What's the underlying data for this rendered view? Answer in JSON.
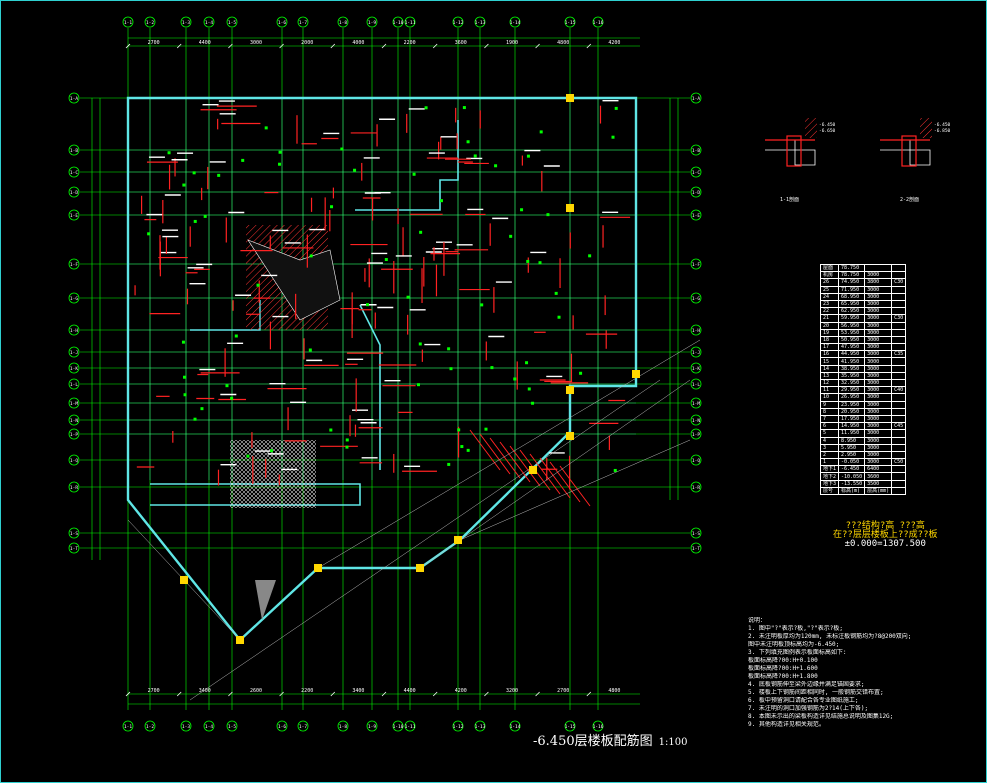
{
  "drawing": {
    "title": "-6.450层楼板配筋图",
    "scale": "1:100",
    "top_axes": [
      "1-1",
      "1-2",
      "1-3",
      "1-4",
      "1-5",
      "1-6",
      "1-7",
      "1-8",
      "1-9",
      "1-10",
      "1-11",
      "1-12",
      "1-13",
      "1-14",
      "1-15",
      "1-16"
    ],
    "left_axes": [
      "1-A",
      "1-B",
      "1-C",
      "1-D",
      "1-E",
      "1-F",
      "1-G",
      "1-H",
      "1-J",
      "1-K",
      "1-L",
      "1-M",
      "1-N",
      "1-P",
      "1-Q",
      "1-R",
      "1-S",
      "1-T"
    ],
    "bottom_dims": [
      "2700",
      "3400",
      "2600",
      "2200",
      "3400",
      "4400",
      "4200",
      "3200",
      "2700",
      "4800"
    ],
    "top_dims": [
      "2700",
      "4400",
      "3000",
      "2000",
      "4000",
      "2200",
      "3600",
      "1900",
      "4800",
      "4200"
    ],
    "colors": {
      "background": "#000000",
      "axis": "#00ff00",
      "wall": "#5fe6e6",
      "rebar": "#ff2222",
      "column": "#ffd700",
      "hatch": "#ff3333",
      "grid": "#bbbbbb"
    }
  },
  "elevation_table": {
    "rows": [
      [
        "屋面",
        "78.750",
        ""
      ],
      [
        "机房",
        "78.750",
        "3000"
      ],
      [
        "26",
        "74.950",
        "3800"
      ],
      [
        "25",
        "71.950",
        "3000"
      ],
      [
        "24",
        "68.950",
        "3000"
      ],
      [
        "23",
        "65.950",
        "3000"
      ],
      [
        "22",
        "62.950",
        "3000"
      ],
      [
        "21",
        "59.950",
        "3000"
      ],
      [
        "20",
        "56.950",
        "3000"
      ],
      [
        "19",
        "53.950",
        "3000"
      ],
      [
        "18",
        "50.950",
        "3000"
      ],
      [
        "17",
        "47.950",
        "3000"
      ],
      [
        "16",
        "44.950",
        "3000"
      ],
      [
        "15",
        "41.950",
        "3000"
      ],
      [
        "14",
        "38.950",
        "3000"
      ],
      [
        "13",
        "35.950",
        "3000"
      ],
      [
        "12",
        "32.950",
        "3000"
      ],
      [
        "11",
        "29.950",
        "3000"
      ],
      [
        "10",
        "26.950",
        "3000"
      ],
      [
        "9",
        "23.950",
        "3000"
      ],
      [
        "8",
        "20.950",
        "3000"
      ],
      [
        "7",
        "17.950",
        "3000"
      ],
      [
        "6",
        "14.950",
        "3000"
      ],
      [
        "5",
        "11.950",
        "3000"
      ],
      [
        "4",
        "8.950",
        "3000"
      ],
      [
        "3",
        "5.950",
        "3000"
      ],
      [
        "2",
        "2.950",
        "3000"
      ],
      [
        "1",
        "-0.050",
        "3000"
      ],
      [
        "地下1",
        "-6.450",
        "6400"
      ],
      [
        "地下2",
        "-10.050",
        "3600"
      ],
      [
        "地下3",
        "-13.550",
        "3500"
      ],
      [
        "层号",
        "标高(m)",
        "层高(mm)"
      ]
    ],
    "grades": [
      "C30",
      "C30",
      "C35",
      "C40",
      "C45",
      "C50",
      "C40"
    ],
    "footer_lines": [
      "???结构?高 ???高",
      "在??层层楼板上??成??板"
    ],
    "base_elevation": "±0.000=1307.500"
  },
  "notes": {
    "heading": "说明：",
    "lines": [
      "1. 图中\"?\"表示?板,\"?\"表示?板;",
      "2. 未注明板厚均为120mm, 未标注板钢筋均为?8@200双向;",
      "   图中未注明板顶标高均为-6.450;",
      "3. 下列填充图例表示板面标高如下:",
      "        板面标高降?00:H+0.100",
      "        板面标高降?00:H+1.600",
      "        板面标高降?00:H+1.800",
      "4. 底板钢筋伸至梁外边缘并满足锚固要求;",
      "5. 楼板上下钢筋间距相同时, 一般钢筋交错布置;",
      "6. 板中预留洞口请配合各专业图纸施工;",
      "7. 未注明的洞口加强钢筋为2?14(上下各);",
      "8. 本图未示出的梁板构造详见结施总说明及图集12G;",
      "9. 其他构造详见相关规范。"
    ]
  },
  "sections": {
    "left_caption": "1-1剖面",
    "right_caption": "2-2剖面",
    "left_marks": [
      "-6.450",
      "-6.650"
    ],
    "right_marks": [
      "-6.450",
      "-6.850"
    ]
  }
}
